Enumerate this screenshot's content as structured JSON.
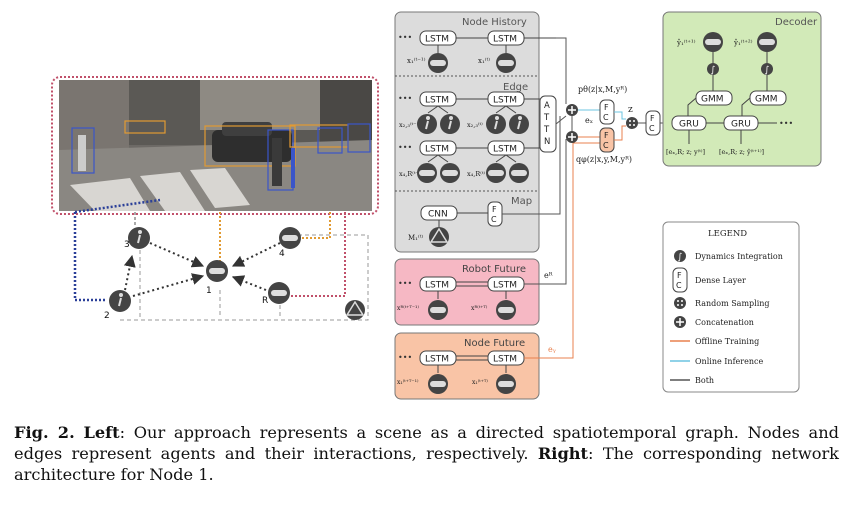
{
  "left": {
    "graph_nodes": [
      {
        "id": "1",
        "label": "1",
        "kind": "car"
      },
      {
        "id": "2",
        "label": "2",
        "kind": "pedestrian"
      },
      {
        "id": "3",
        "label": "3",
        "kind": "pedestrian"
      },
      {
        "id": "4",
        "label": "4",
        "kind": "car"
      },
      {
        "id": "R",
        "label": "R",
        "kind": "robot"
      },
      {
        "id": "map",
        "label": "",
        "kind": "map"
      }
    ]
  },
  "right": {
    "node_history": {
      "title": "Node History",
      "lstm": "LSTM",
      "dots": "•••",
      "x_prev": "x₁⁽ᵗ⁻¹⁾",
      "x_cur": "x₁⁽ᵗ⁾"
    },
    "edge": {
      "title": "Edge",
      "lstm": "LSTM",
      "dots": "•••",
      "row1_prev": "x₂,₃⁽ᵗ⁻¹⁾",
      "row1_cur": "x₂,₃⁽ᵗ⁾",
      "row2_prev": "x₄,R⁽ᵗ⁻¹⁾",
      "row2_cur": "x₄,R⁽ᵗ⁾",
      "attn": [
        "A",
        "T",
        "T",
        "N"
      ]
    },
    "map": {
      "title": "Map",
      "cnn": "CNN",
      "fc": [
        "F",
        "C"
      ],
      "m_label": "M₁⁽ᵗ⁾"
    },
    "robot_future": {
      "title": "Robot Future",
      "lstm": "LSTM",
      "dots": "•••",
      "x_left": "xᴿ⁽ᵗ⁺ᵀ⁻¹⁾",
      "x_right": "xᴿ⁽ᵗ⁺ᵀ⁾"
    },
    "node_future": {
      "title": "Node Future",
      "lstm": "LSTM",
      "dots": "•••",
      "x_left": "x₁⁽ᵗ⁺ᵀ⁻¹⁾",
      "x_right": "x₁⁽ᵗ⁺ᵀ⁾"
    },
    "middle": {
      "p_theta": "pθ(z|x,M,yᴿ)",
      "q_phi": "qφ(z|x,y,M,yᴿ)",
      "e_x": "eₓ",
      "e_R": "eᴿ",
      "e_y": "eᵧ",
      "z": "z",
      "fc": [
        "F",
        "C"
      ]
    },
    "decoder": {
      "title": "Decoder",
      "gru": "GRU",
      "gmm": "GMM",
      "dots": "•••",
      "y_hat_1": "ŷ₁⁽ᵗ⁺¹⁾",
      "y_hat_2": "ŷ₁⁽ᵗ⁺²⁾",
      "in_1": "[eₓ,R; z; y⁽ᵗ⁾]",
      "in_2": "[eₓ,R; z; ŷ⁽ᵗ⁺¹⁾]"
    },
    "legend": {
      "title": "LEGEND",
      "dynamics": "Dynamics Integration",
      "dense": "Dense Layer",
      "random": "Random Sampling",
      "concat": "Concatenation",
      "offline": "Offline Training",
      "online": "Online Inference",
      "both": "Both",
      "colors": {
        "offline": "#e8814f",
        "online": "#6cc4e0",
        "both": "#555555"
      }
    }
  },
  "caption": {
    "fig": "Fig. 2.",
    "left_label": "Left",
    "left_text": ": Our approach represents a scene as a directed spatiotemporal graph. Nodes and edges represent agents and their interactions, respectively. ",
    "right_label": "Right",
    "right_text": ": The corresponding network architecture for Node 1."
  }
}
